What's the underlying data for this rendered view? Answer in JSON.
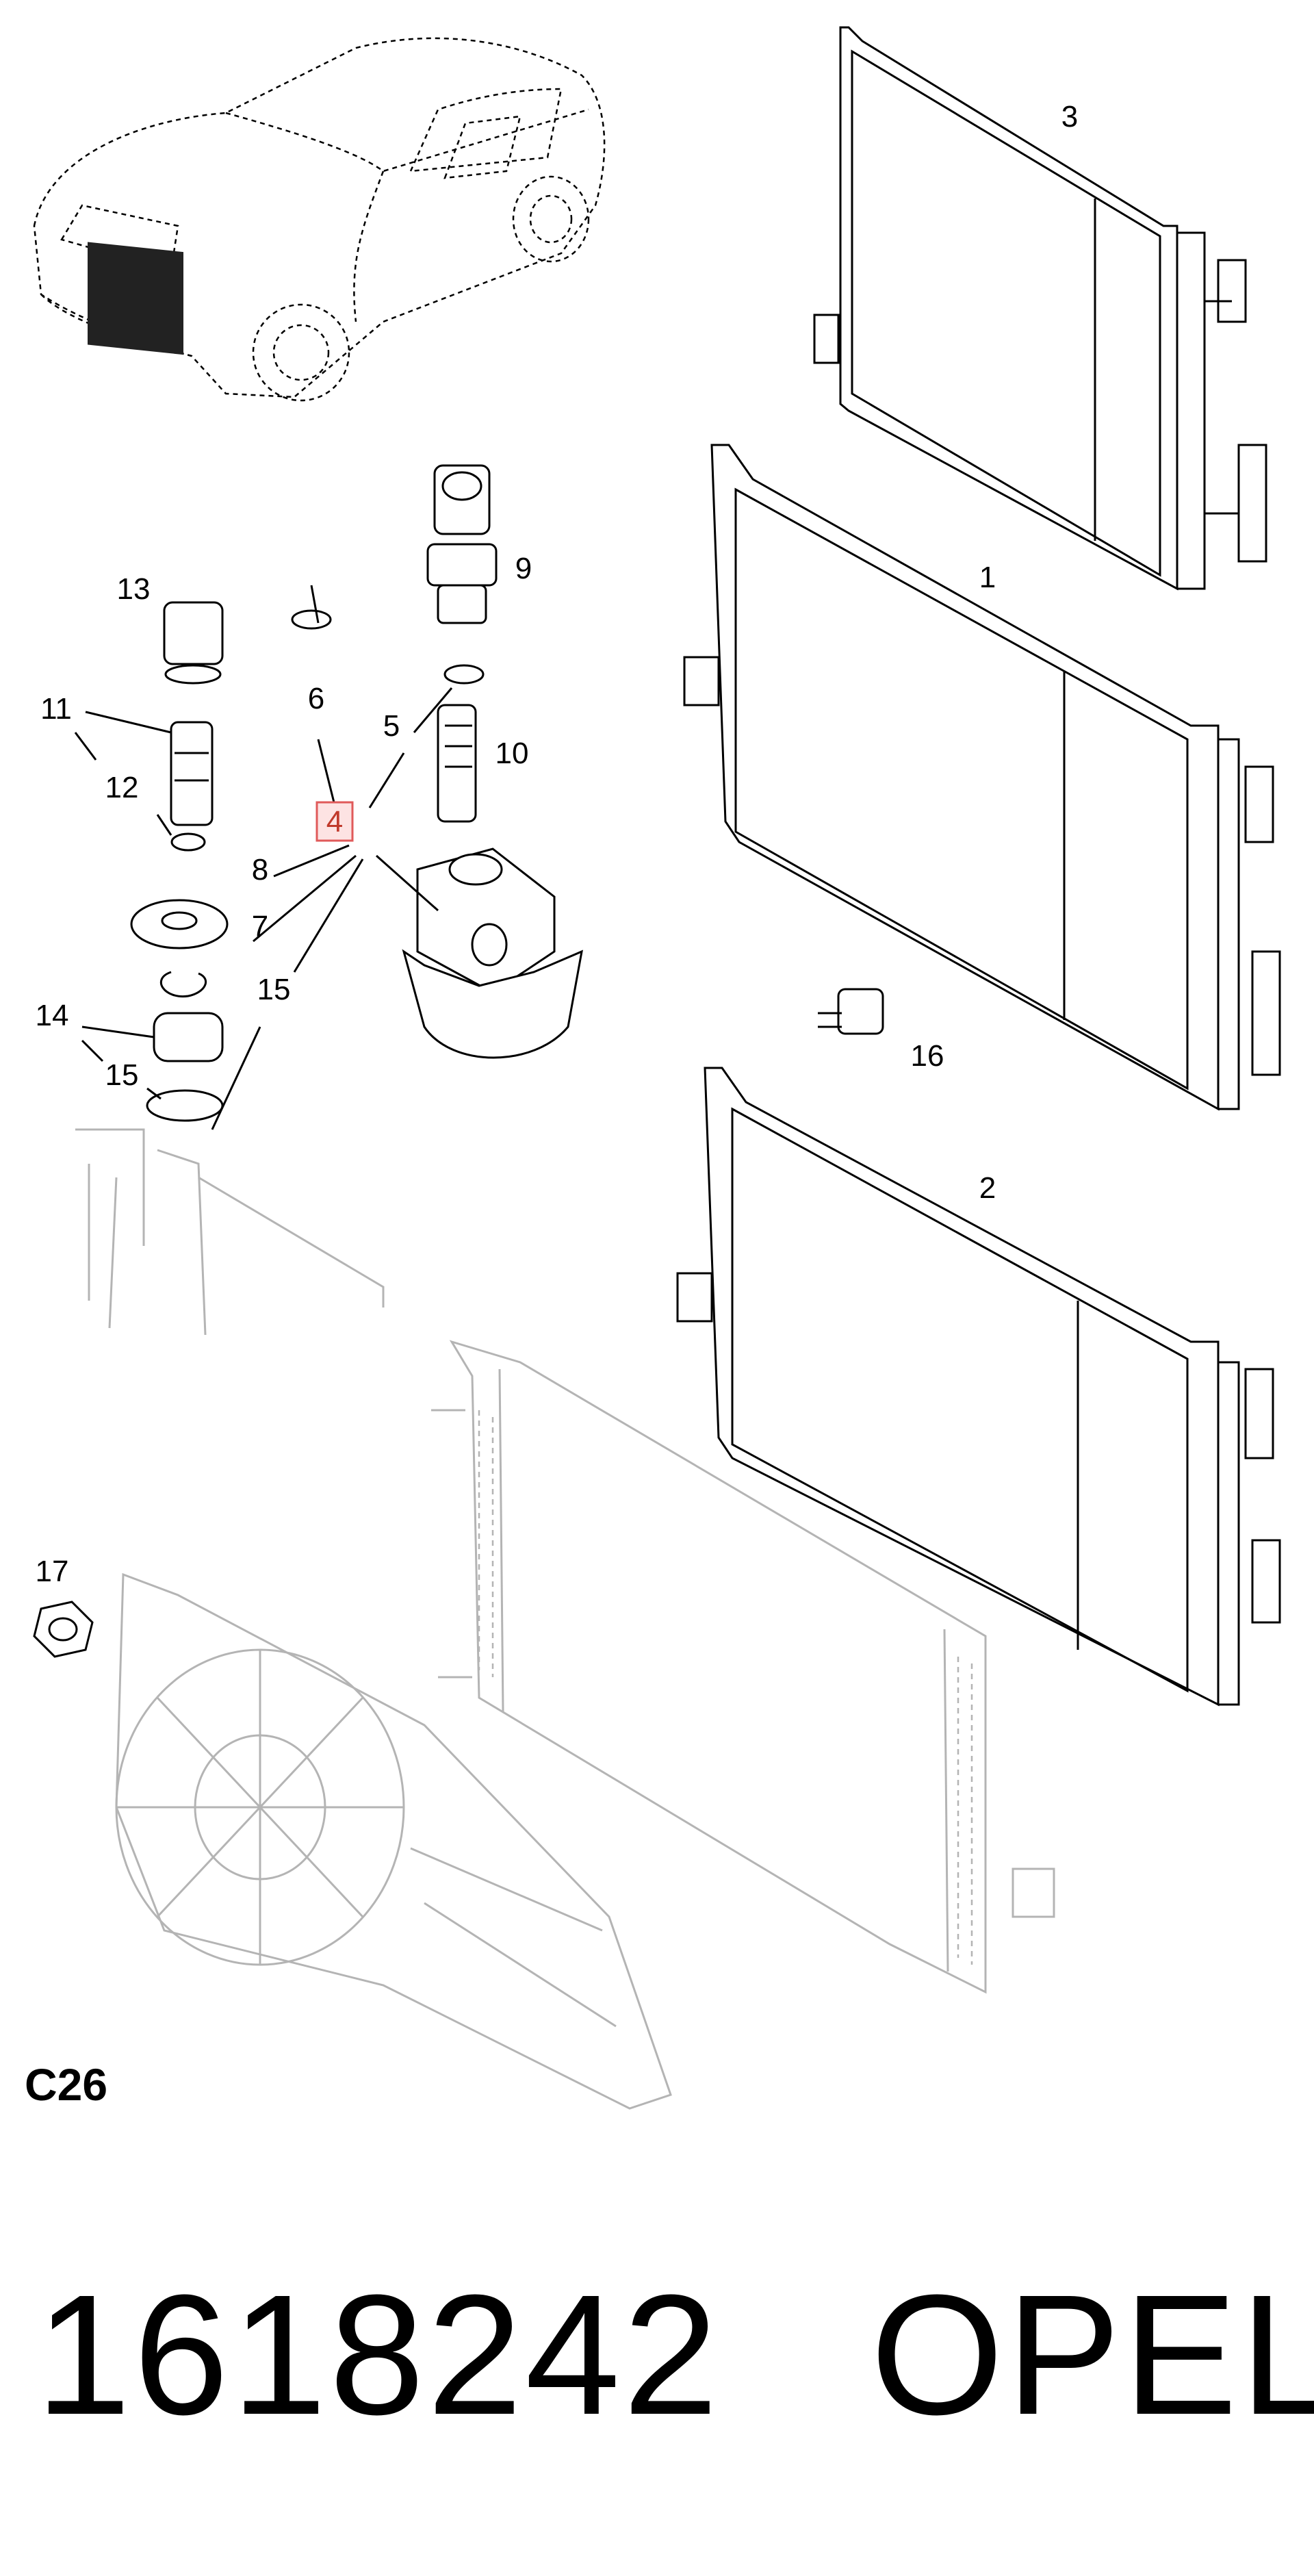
{
  "diagram": {
    "section_code": "C26",
    "callouts": [
      "1",
      "2",
      "3",
      "4",
      "5",
      "6",
      "7",
      "8",
      "9",
      "10",
      "11",
      "12",
      "13",
      "14",
      "15",
      "15",
      "16",
      "17"
    ],
    "highlighted_callout": "4",
    "colors": {
      "highlight_border": "#e05a5a",
      "highlight_fill": "#fde3e3",
      "ghost_parts": "#b4b4b4"
    }
  },
  "footer": {
    "part_number": "1618242",
    "brand": "OPEL"
  }
}
